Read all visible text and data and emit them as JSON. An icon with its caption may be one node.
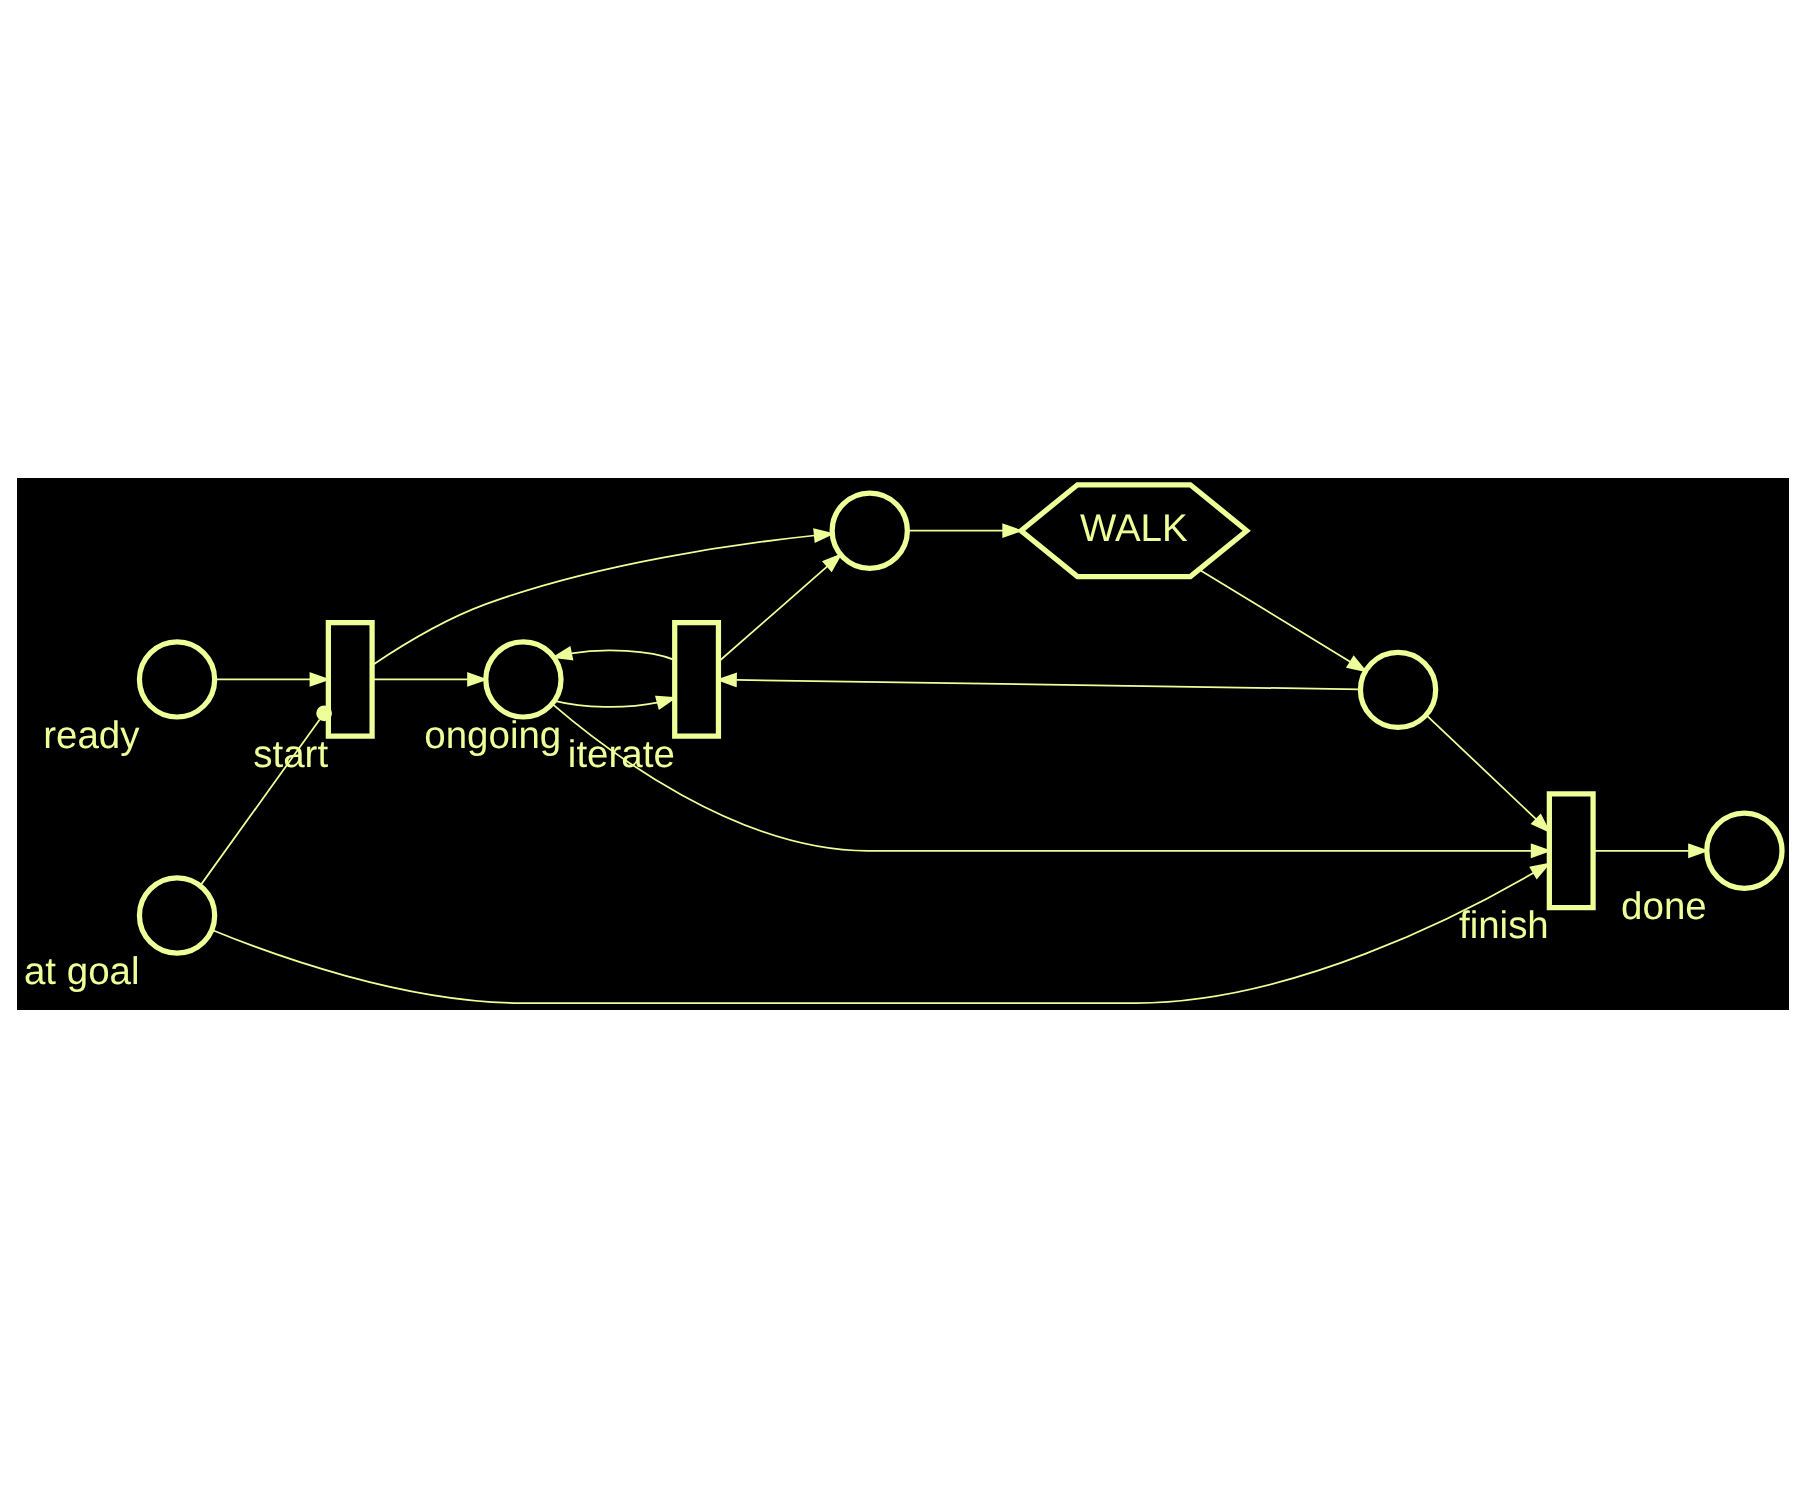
{
  "diagram": {
    "nodes": [
      {
        "text": [],
        "shape": "circle",
        "beside": [
          "at goal"
        ]
      },
      {
        "text": [],
        "shape": "box",
        "beside": [
          "start"
        ]
      },
      {
        "text": [],
        "shape": "box",
        "beside": [
          "finish"
        ]
      },
      {
        "text": [],
        "shape": "circle",
        "beside": [
          "ready"
        ]
      },
      {
        "text": [],
        "shape": "circle",
        "beside": [
          "ongoing"
        ]
      },
      {
        "text": [],
        "shape": "circle",
        "beside": [
          "done"
        ]
      },
      {
        "text": [],
        "shape": "box",
        "beside": [
          "iterate"
        ]
      },
      {
        "text": [],
        "shape": "circle"
      },
      {
        "text": [
          "WALK"
        ]
      },
      {
        "text": [],
        "shape": "circle"
      }
    ],
    "edges": [
      {
        "from": 3,
        "to": 1,
        "arrow": "to"
      },
      {
        "from": 0,
        "to": 1,
        "arrow": "other"
      },
      {
        "from": 0,
        "to": 2,
        "arrow": "to"
      },
      {
        "from": 1,
        "to": 4,
        "arrow": "to"
      },
      {
        "from": 4,
        "to": 2,
        "arrow": "to"
      },
      {
        "from": 2,
        "to": 5,
        "arrow": "to"
      },
      {
        "from": 4,
        "to": 6,
        "arrow": "to"
      },
      {
        "from": 6,
        "to": 4,
        "arrow": "to"
      },
      {
        "from": 1,
        "to": 7,
        "arrow": "to"
      },
      {
        "from": 6,
        "to": 7,
        "arrow": "to"
      },
      {
        "from": 9,
        "to": 6,
        "arrow": "to"
      },
      {
        "from": 9,
        "to": 2,
        "arrow": "to"
      },
      {
        "from": 7,
        "to": 8,
        "arrow": "to"
      },
      {
        "from": 8,
        "to": 9,
        "arrow": "to"
      }
    ]
  }
}
